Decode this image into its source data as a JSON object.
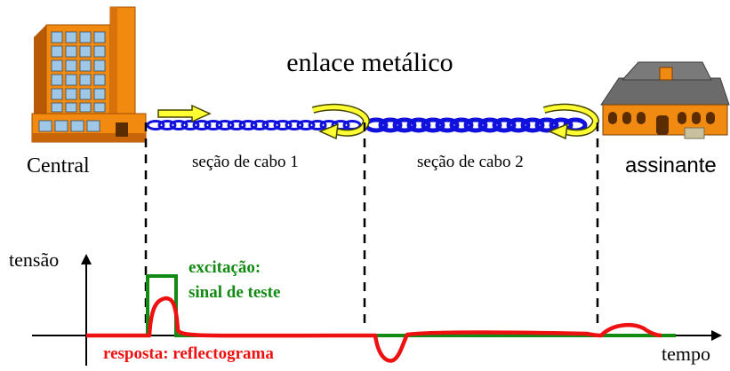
{
  "title": "enlace metálico",
  "labels": {
    "central": "Central",
    "assinante": "assinante",
    "section1": "seção de cabo 1",
    "section2": "seção de cabo 2",
    "axis_y": "tensão",
    "axis_x": "tempo",
    "excitation_line1": "excitação:",
    "excitation_line2": "sinal de teste",
    "response": "resposta: reflectograma"
  },
  "colors": {
    "cable": "#1111dd",
    "arrow_fill": "#ffff33",
    "arrow_stroke": "#444400",
    "excitation": "#138a13",
    "response": "#ee1111",
    "axis": "#000000",
    "building_front": "#f28a10",
    "building_side": "#b85a05",
    "windows": "#9fc7e6",
    "house_wall": "#f08a10",
    "house_roof": "#6b6b6b"
  },
  "icons": [
    "office-building-icon",
    "house-icon",
    "right-arrow-icon",
    "reflection-arrow-icon"
  ]
}
